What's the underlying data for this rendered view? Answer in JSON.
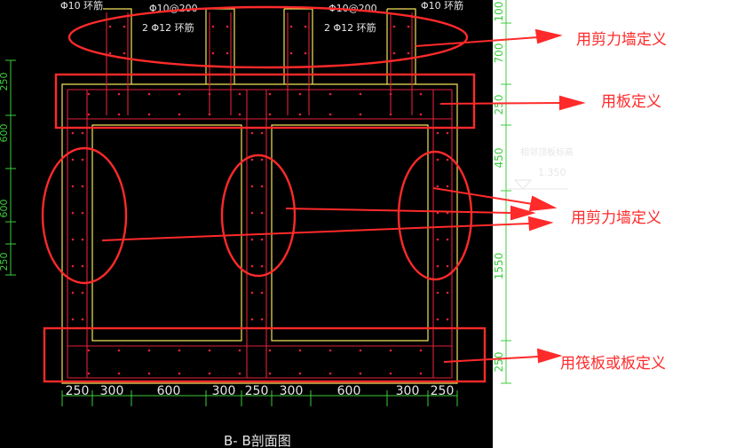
{
  "drawing": {
    "title": "B- B剖面图",
    "top_texts": [
      "Φ10 环筋",
      "Φ10@200",
      "Φ10@200",
      "Φ10 环筋"
    ],
    "ring_texts": [
      "2 Φ12 环筋",
      "2 Φ12 环筋"
    ],
    "bottom_dims": [
      "250",
      "300",
      "600",
      "300",
      "250",
      "300",
      "600",
      "300",
      "250"
    ],
    "right_dims": [
      "100",
      "700",
      "250",
      "450",
      "1550",
      "250"
    ],
    "left_dims": [
      "250",
      "600",
      "600",
      "250"
    ],
    "elev_note": "相邻顶板标高",
    "elev_value": "1.350"
  },
  "annotations": [
    "用剪力墙定义",
    "用板定义",
    "用剪力墙定义",
    "用筏板或板定义"
  ],
  "colors": {
    "background_cad": "#000000",
    "canvas": "#ffffff",
    "rebar_red": "#e2203a",
    "outline_yellow": "#f2e35a",
    "dimension_green": "#3ccc3c",
    "dimension_white": "#e6e6e6",
    "annotation_red": "#ff2a2a"
  }
}
